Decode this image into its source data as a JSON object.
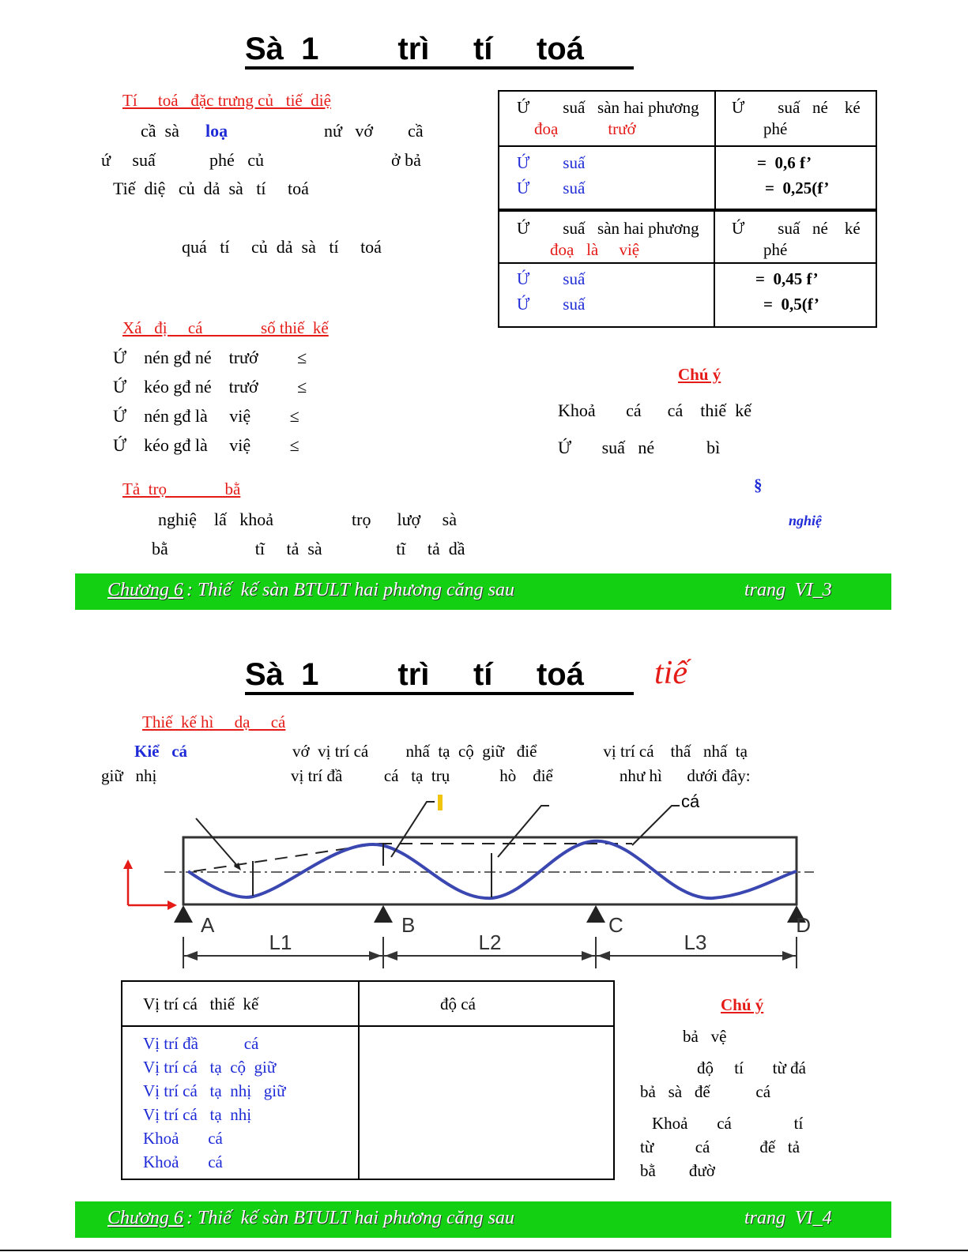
{
  "slide1": {
    "title": "Sà  1         trì     tí     toá",
    "sec1": {
      "heading": "Tí     toá   đặc trưng củ   tiế  diệ",
      "line1a": "cầ  sà",
      "line1b": "loạ",
      "line1c": "nứ   vớ        cầ",
      "line2a": "ứ     suấ",
      "line2b": "phé   củ",
      "line2c": "ở bả",
      "line3": "Tiế  diệ   củ  dả  sà   tí     toá",
      "line4": "quá   tí     củ  dả  sà   tí     toá"
    },
    "table1": {
      "head_left_1": "Ứ        suấ   sàn hai phương",
      "head_left_2": "đoạ            trướ",
      "head_right_1": "Ứ        suấ   né    ké",
      "head_right_2": "phé",
      "row1_label": "Ứ        suấ",
      "row1_value": "=  0,6 f’",
      "row2_label": "Ứ        suấ",
      "row2_value": "=  0,25(f’"
    },
    "table2": {
      "head_left_1": "Ứ        suấ   sàn hai phương",
      "head_left_2": "đoạ   là     việ",
      "head_right_1": "Ứ        suấ   né    ké",
      "head_right_2": "phé",
      "row1_label": "Ứ        suấ",
      "row1_value": "=  0,45 f’",
      "row2_label": "Ứ        suấ",
      "row2_value": "=  0,5(f’"
    },
    "sec2": {
      "heading": "Xá   đị     cá              số thiế  kế",
      "items": [
        "Ứ    nén gđ né    trướ         ≤",
        "Ứ    kéo gđ né    trướ         ≤",
        "Ứ    nén gđ là     việ         ≤",
        "Ứ    kéo gđ là     việ         ≤"
      ]
    },
    "note": {
      "heading": "Chú ý",
      "line1": "Khoả       cá      cá    thiế  kế",
      "line2": "Ứ       suấ   né            bì"
    },
    "sec3": {
      "heading": "Tả  trọ              bằ",
      "symbol": "§",
      "line1": "nghiệ    lấ   khoả                  trọ      lượ     sà",
      "line1_blue": "nghiệ",
      "line2": "bằ                    tĩ     tả  sà                 tĩ     tả  dầ"
    },
    "footer": {
      "chapter": "Chương 6",
      "rest": ": Thiế  kế sàn BTULT hai phương căng sau",
      "page": "trang  VI_3"
    }
  },
  "slide2": {
    "title": "Sà  1         trì     tí     toá",
    "title_red": "tiế",
    "heading": "Thiế  kế hì     dạ     cá",
    "para_bold": "Kiể   cá",
    "para_line1": "vớ  vị trí cá         nhấ  tạ  cộ  giữ   điể                vị trí cá    thấ   nhấ  tạ",
    "para_line2a": "giữ   nhị",
    "para_line2b": "vị trí đầ          cá   tạ  trụ            hò    điể                như hì      dưới đây:",
    "diagram": {
      "label_top": "cá",
      "supports": [
        "A",
        "B",
        "C",
        "D"
      ],
      "spans": [
        "L1",
        "L2",
        "L3"
      ]
    },
    "table": {
      "head_left": "Vị trí cá   thiế  kế",
      "head_right": "độ cá",
      "rows": [
        "Vị trí đầ           cá",
        "Vị trí cá   tạ  cộ  giữ",
        "Vị trí cá   tạ  nhị   giữ",
        "Vị trí cá   tạ  nhị",
        "Khoả       cá",
        "Khoả       cá"
      ]
    },
    "note": {
      "heading": "Chú ý",
      "line1": "bả   vệ",
      "line2": "độ     tí       từ đá",
      "line3": "bả   sà   đế           cá",
      "line4": "Khoả       cá               tí",
      "line5": "từ          cá            đế   tả",
      "line6": "bằ        đườ"
    },
    "footer": {
      "chapter": "Chương 6",
      "rest": ": Thiế  kế sàn BTULT hai phương căng sau",
      "page": "trang  VI_4"
    }
  },
  "colors": {
    "red": "#e41b17",
    "blue": "#1e2bd6",
    "footer_green": "#14d013",
    "wave": "#3b47b0"
  }
}
